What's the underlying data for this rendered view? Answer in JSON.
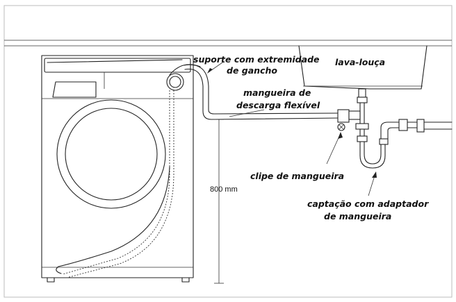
{
  "labels": {
    "hook_support": [
      "suporte com extremidade",
      "de gancho"
    ],
    "sink": "lava-louça",
    "drain_hose": [
      "mangueira de",
      "descarga flexível"
    ],
    "hose_clip": "clipe de mangueira",
    "trap_adapter": [
      "captação com adaptador",
      "de mangueira"
    ],
    "height": "800 mm"
  }
}
